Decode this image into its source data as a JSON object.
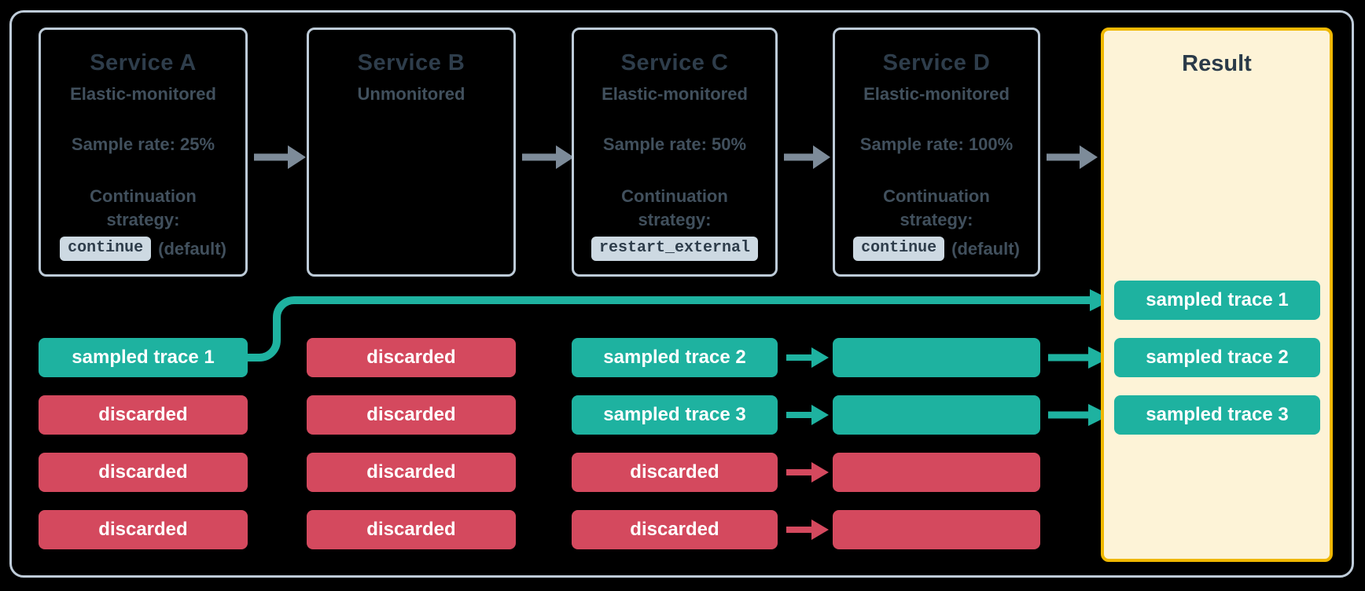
{
  "palette": {
    "background": "#000000",
    "frame_border": "#bfccd9",
    "service_border": "#bdcbd8",
    "text_primary": "#2e3d4b",
    "text_secondary": "#41505d",
    "chip_background": "#cdd9e2",
    "flow_arrow_gray": "#7d8b99",
    "sampled_teal": "#1eb2a0",
    "discarded_red": "#d4495e",
    "result_border": "#f0b800",
    "result_background": "#fdf3d7"
  },
  "services": [
    {
      "title": "Service A",
      "monitoring": "Elastic-monitored",
      "sample_rate": "Sample rate: 25%",
      "continuation_line1": "Continuation",
      "continuation_line2": "strategy:",
      "strategy_code": "continue",
      "strategy_note": "(default)"
    },
    {
      "title": "Service B",
      "monitoring": "Unmonitored"
    },
    {
      "title": "Service C",
      "monitoring": "Elastic-monitored",
      "sample_rate": "Sample rate: 50%",
      "continuation_line1": "Continuation",
      "continuation_line2": "strategy:",
      "strategy_code": "restart_external"
    },
    {
      "title": "Service D",
      "monitoring": "Elastic-monitored",
      "sample_rate": "Sample rate: 100%",
      "continuation_line1": "Continuation",
      "continuation_line2": "strategy:",
      "strategy_code": "continue",
      "strategy_note": "(default)"
    }
  ],
  "result": {
    "title": "Result",
    "pills": [
      {
        "label": "sampled trace 1",
        "status": "sampled"
      },
      {
        "label": "sampled trace 2",
        "status": "sampled"
      },
      {
        "label": "sampled trace 3",
        "status": "sampled"
      }
    ]
  },
  "traces": {
    "service_a": [
      {
        "label": "sampled trace 1",
        "status": "sampled"
      },
      {
        "label": "discarded",
        "status": "discarded"
      },
      {
        "label": "discarded",
        "status": "discarded"
      },
      {
        "label": "discarded",
        "status": "discarded"
      }
    ],
    "service_b": [
      {
        "label": "discarded",
        "status": "discarded"
      },
      {
        "label": "discarded",
        "status": "discarded"
      },
      {
        "label": "discarded",
        "status": "discarded"
      },
      {
        "label": "discarded",
        "status": "discarded"
      }
    ],
    "service_c": [
      {
        "label": "sampled trace 2",
        "status": "sampled"
      },
      {
        "label": "sampled trace 3",
        "status": "sampled"
      },
      {
        "label": "discarded",
        "status": "discarded"
      },
      {
        "label": "discarded",
        "status": "discarded"
      }
    ],
    "service_d": [
      {
        "label": "",
        "status": "sampled"
      },
      {
        "label": "",
        "status": "sampled"
      },
      {
        "label": "",
        "status": "discarded"
      },
      {
        "label": "",
        "status": "discarded"
      }
    ]
  }
}
